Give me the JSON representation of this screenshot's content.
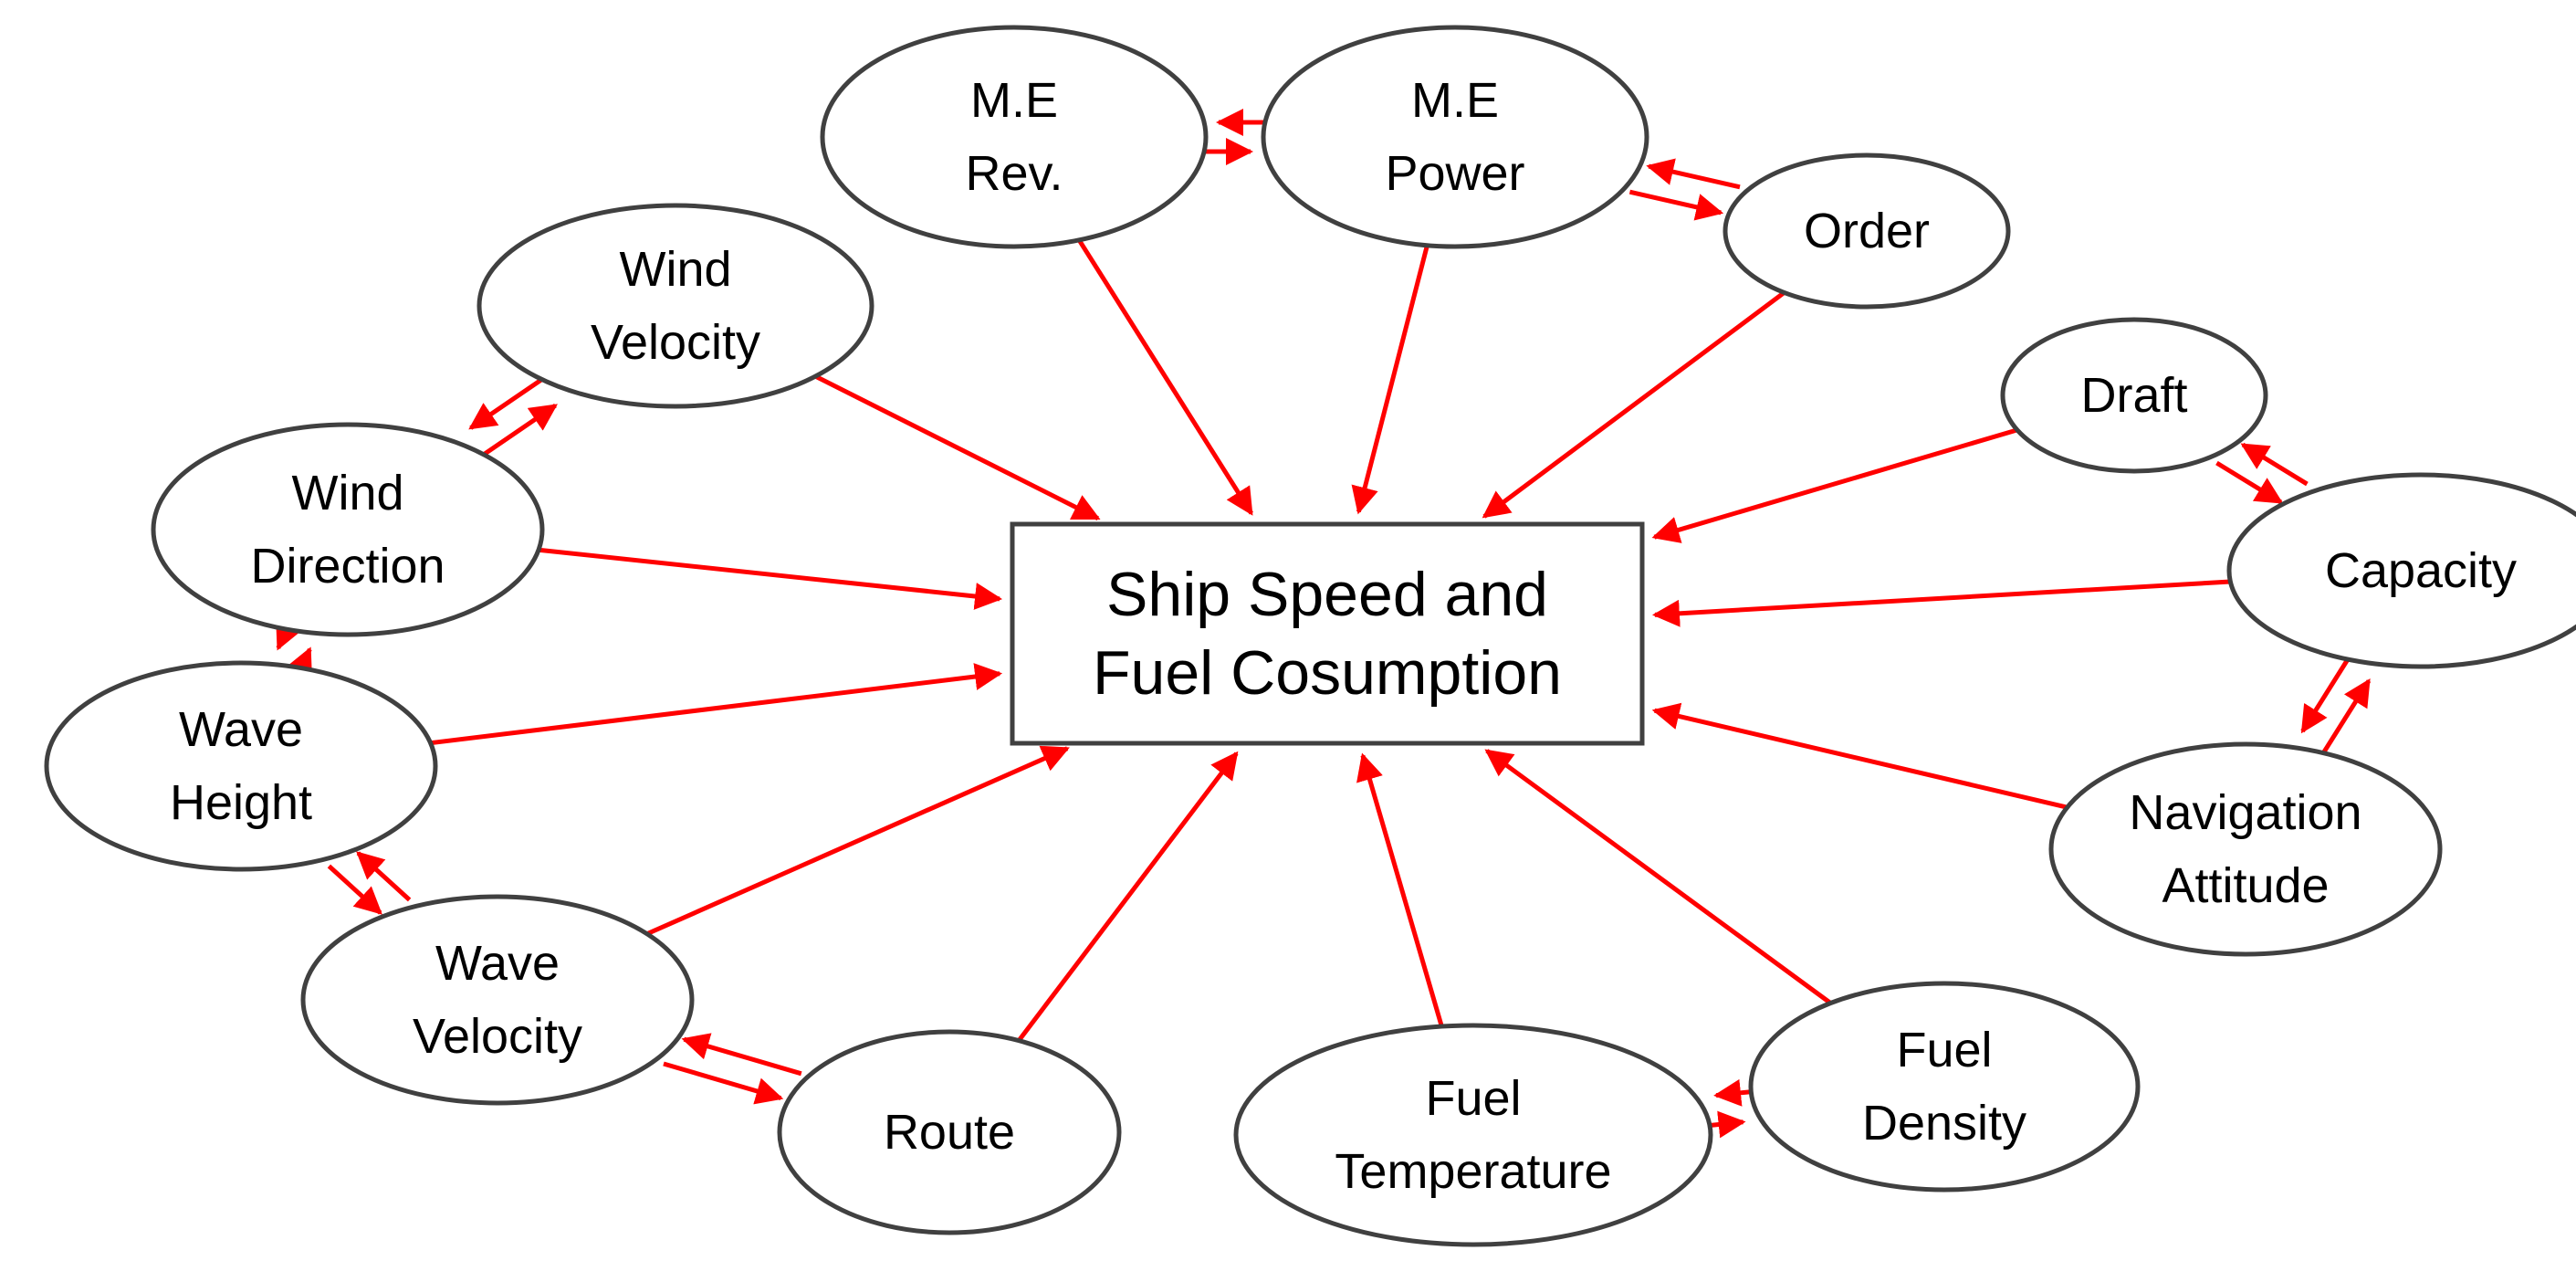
{
  "colors": {
    "arrow": "#ff0000",
    "node_stroke": "#404040",
    "text": "#000000"
  },
  "center": {
    "id": "center",
    "lines": [
      "Ship Speed and",
      "Fuel Cosumption"
    ]
  },
  "nodes": [
    {
      "id": "me_rev",
      "lines": [
        "M.E",
        "Rev."
      ]
    },
    {
      "id": "me_power",
      "lines": [
        "M.E",
        "Power"
      ]
    },
    {
      "id": "order",
      "lines": [
        "Order"
      ]
    },
    {
      "id": "wind_velocity",
      "lines": [
        "Wind",
        "Velocity"
      ]
    },
    {
      "id": "wind_direction",
      "lines": [
        "Wind",
        "Direction"
      ]
    },
    {
      "id": "wave_height",
      "lines": [
        "Wave",
        "Height"
      ]
    },
    {
      "id": "wave_velocity",
      "lines": [
        "Wave",
        "Velocity"
      ]
    },
    {
      "id": "route",
      "lines": [
        "Route"
      ]
    },
    {
      "id": "fuel_temperature",
      "lines": [
        "Fuel",
        "Temperature"
      ]
    },
    {
      "id": "fuel_density",
      "lines": [
        "Fuel",
        "Density"
      ]
    },
    {
      "id": "draft",
      "lines": [
        "Draft"
      ]
    },
    {
      "id": "capacity",
      "lines": [
        "Capacity"
      ]
    },
    {
      "id": "navigation_attitude",
      "lines": [
        "Navigation",
        "Attitude"
      ]
    }
  ],
  "edges": [
    {
      "from": "me_rev",
      "to": "center"
    },
    {
      "from": "me_power",
      "to": "center"
    },
    {
      "from": "order",
      "to": "center"
    },
    {
      "from": "wind_velocity",
      "to": "center"
    },
    {
      "from": "wind_direction",
      "to": "center"
    },
    {
      "from": "wave_height",
      "to": "center"
    },
    {
      "from": "wave_velocity",
      "to": "center"
    },
    {
      "from": "route",
      "to": "center"
    },
    {
      "from": "fuel_temperature",
      "to": "center"
    },
    {
      "from": "fuel_density",
      "to": "center"
    },
    {
      "from": "draft",
      "to": "center"
    },
    {
      "from": "capacity",
      "to": "center"
    },
    {
      "from": "navigation_attitude",
      "to": "center"
    },
    {
      "from": "me_rev",
      "to": "me_power"
    },
    {
      "from": "me_power",
      "to": "me_rev"
    },
    {
      "from": "me_power",
      "to": "order"
    },
    {
      "from": "order",
      "to": "me_power"
    },
    {
      "from": "wind_velocity",
      "to": "wind_direction"
    },
    {
      "from": "wind_direction",
      "to": "wind_velocity"
    },
    {
      "from": "wind_direction",
      "to": "wave_height"
    },
    {
      "from": "wave_height",
      "to": "wind_direction"
    },
    {
      "from": "wave_height",
      "to": "wave_velocity"
    },
    {
      "from": "wave_velocity",
      "to": "wave_height"
    },
    {
      "from": "wave_velocity",
      "to": "route"
    },
    {
      "from": "route",
      "to": "wave_velocity"
    },
    {
      "from": "fuel_temperature",
      "to": "fuel_density"
    },
    {
      "from": "fuel_density",
      "to": "fuel_temperature"
    },
    {
      "from": "draft",
      "to": "capacity"
    },
    {
      "from": "capacity",
      "to": "draft"
    },
    {
      "from": "capacity",
      "to": "navigation_attitude"
    },
    {
      "from": "navigation_attitude",
      "to": "capacity"
    }
  ]
}
